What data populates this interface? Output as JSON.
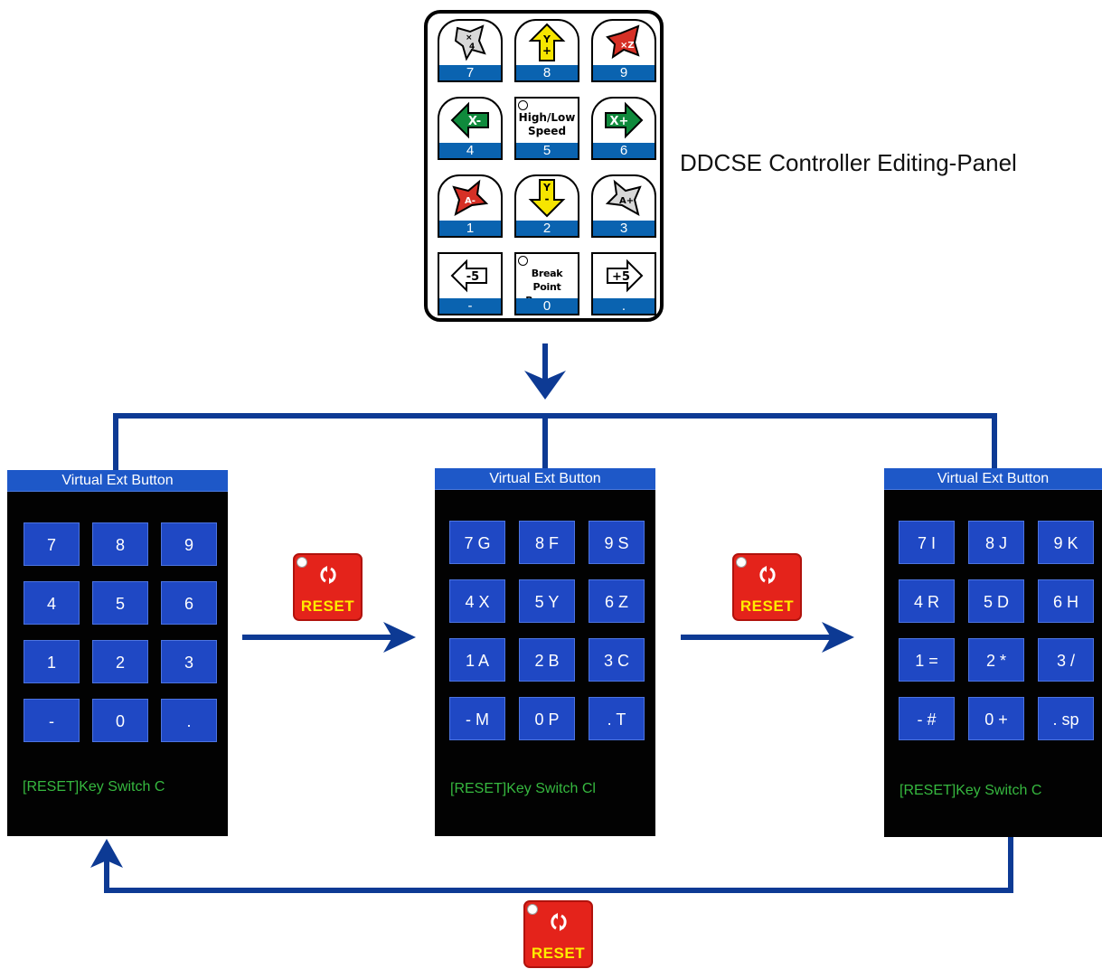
{
  "keypad": {
    "label": "DDCSE Controller Editing-Panel",
    "keys": [
      {
        "num": "7",
        "icon": "z-minus-x-minus-arrow-icon"
      },
      {
        "num": "8",
        "icon": "y-plus-arrow-icon",
        "glyph": "Y",
        "sign": "+"
      },
      {
        "num": "9",
        "icon": "z-plus-arrow-icon"
      },
      {
        "num": "4",
        "icon": "x-minus-arrow-icon",
        "glyph": "X-"
      },
      {
        "num": "5",
        "line1": "High/Low",
        "line2": "Speed"
      },
      {
        "num": "6",
        "icon": "x-plus-arrow-icon",
        "glyph": "X+"
      },
      {
        "num": "1",
        "icon": "a-minus-arrow-icon"
      },
      {
        "num": "2",
        "icon": "y-minus-arrow-icon",
        "glyph": "Y",
        "sign": "-"
      },
      {
        "num": "3",
        "icon": "a-plus-arrow-icon"
      },
      {
        "num": "-",
        "icon": "minus5-arrow-icon",
        "glyph": "-5"
      },
      {
        "num": "0",
        "line1": "Break Point",
        "line2": "Resume"
      },
      {
        "num": ".",
        "icon": "plus5-arrow-icon",
        "glyph": "+5"
      }
    ]
  },
  "screens": [
    {
      "title": "Virtual Ext Button",
      "buttons": [
        "7",
        "8",
        "9",
        "4",
        "5",
        "6",
        "1",
        "2",
        "3",
        "-",
        "0",
        "."
      ],
      "status": "[RESET]Key Switch C"
    },
    {
      "title": "Virtual Ext Button",
      "buttons": [
        "7 G",
        "8 F",
        "9 S",
        "4 X",
        "5 Y",
        "6 Z",
        "1 A",
        "2 B",
        "3 C",
        "- M",
        "0 P",
        ". T"
      ],
      "status": "[RESET]Key Switch Cl"
    },
    {
      "title": "Virtual Ext Button",
      "buttons": [
        "7 I",
        "8 J",
        "9 K",
        "4 R",
        "5 D",
        "6 H",
        "1 =",
        "2 *",
        "3 /",
        "- #",
        "0 +",
        ". sp"
      ],
      "status": "[RESET]Key Switch C"
    }
  ],
  "reset": {
    "label": "RESET",
    "icon": "refresh-icon"
  },
  "colors": {
    "flow_arrow": "#0d3a94",
    "key_band": "#0a63b0",
    "screen_button": "#1f48c4",
    "screen_header": "#1e58c8",
    "status_text": "#36b83f",
    "reset_red": "#e4231b",
    "reset_text": "#ffec00",
    "axis_green": "#0f8a3c",
    "axis_yellow": "#f6e500",
    "axis_red": "#d63026",
    "axis_grey": "#d8d8d8"
  }
}
